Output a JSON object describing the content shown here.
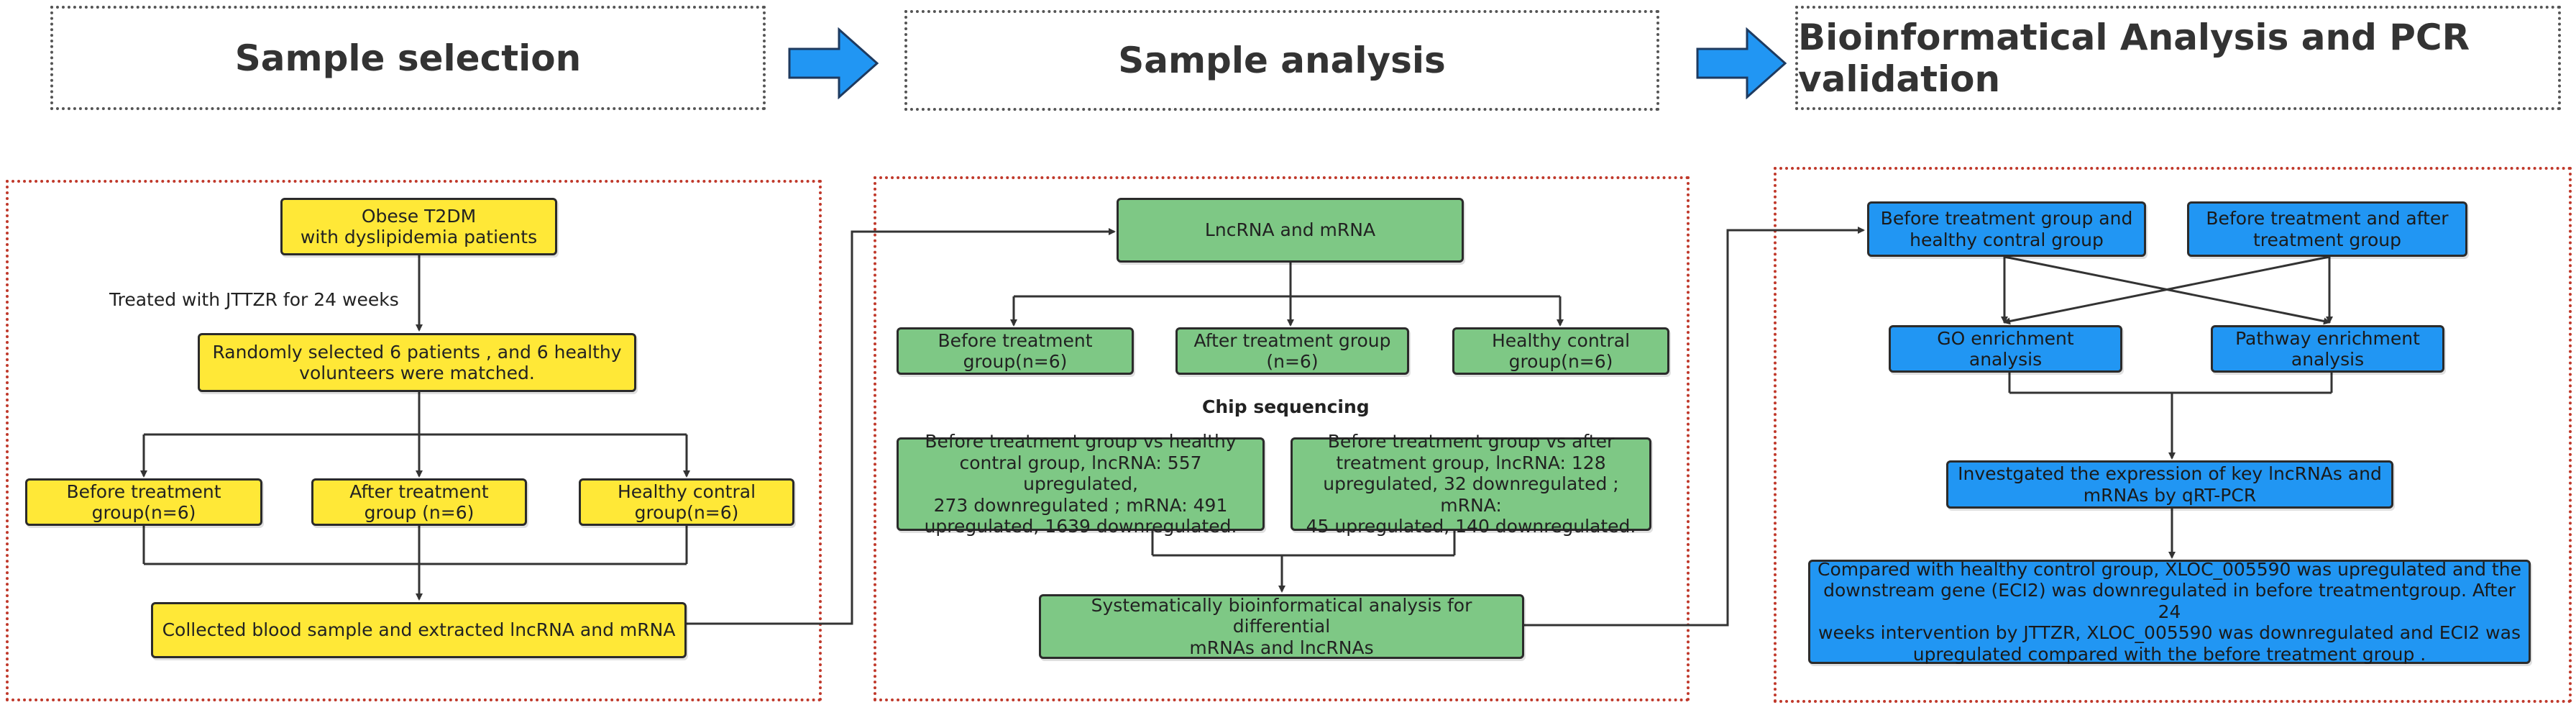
{
  "headers": {
    "sample_selection": "Sample selection",
    "sample_analysis": "Sample analysis",
    "bioinformatical": "Bioinformatical Analysis and PCR validation"
  },
  "colors": {
    "yellow": "#ffe837",
    "green": "#7ec885",
    "blue": "#2196f3",
    "arrow": "#2196f3",
    "panel_border": "#c0392b"
  },
  "selection": {
    "patients": [
      "Obese T2DM",
      "with dyslipidemia  patients"
    ],
    "treated_label": "Treated with JTTZR for 24 weeks",
    "random": [
      "Randomly selected 6 patients , and 6 healthy",
      "volunteers were matched."
    ],
    "before": [
      "Before treatment",
      "group(n=6)"
    ],
    "after": [
      "After treatment",
      "group (n=6)"
    ],
    "healthy": [
      "Healthy contral",
      "group(n=6)"
    ],
    "collected": "Collected blood sample and extracted lncRNA and mRNA"
  },
  "analysis": {
    "lnc_mrna": "LncRNA and mRNA",
    "before": [
      "Before treatment",
      "group(n=6)"
    ],
    "after": [
      "After treatment group",
      "(n=6)"
    ],
    "healthy": [
      "Healthy contral",
      "group(n=6)"
    ],
    "chip_label": "Chip sequencing",
    "vs_healthy": [
      "Before treatment group vs healthy",
      "contral group, lncRNA: 557 upregulated,",
      "273 downregulated ; mRNA: 491",
      "upregulated, 1639 downregulated."
    ],
    "vs_after": [
      "Before treatment group vs after",
      "treatment group, lncRNA: 128",
      "upregulated, 32 downregulated ; mRNA:",
      "45 upregulated, 140 downregulated."
    ],
    "systematic": [
      "Systematically bioinformatical analysis for differential",
      "mRNAs and lncRNAs"
    ]
  },
  "bioinfo": {
    "before_healthy": [
      "Before treatment group and",
      "healthy contral group"
    ],
    "before_after": [
      "Before treatment and after",
      "treatment group"
    ],
    "go": "GO enrichment analysis",
    "pathway": [
      "Pathway enrichment",
      "analysis"
    ],
    "investigated": [
      "Investgated the expression of key lncRNAs and",
      "mRNAs by qRT-PCR"
    ],
    "compared": [
      "Compared with healthy control group, XLOC_005590 was upregulated and the",
      "downstream gene (ECI2) was downregulated in before treatmentgroup.  After 24",
      "weeks intervention by JTTZR, XLOC_005590 was downregulated and ECI2 was",
      "upregulated compared with the before treatment group ."
    ]
  }
}
